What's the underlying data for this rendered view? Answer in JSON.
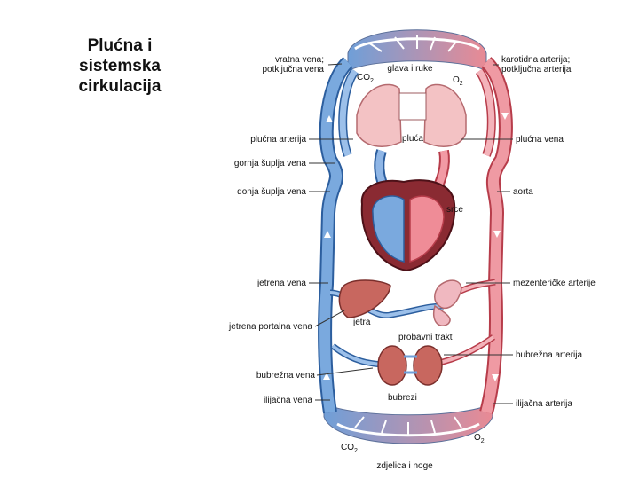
{
  "title": {
    "line1": "Plućna i",
    "line2": "sistemska",
    "line3": "cirkulacija"
  },
  "labels": {
    "left": {
      "neck_vein_1": "vratna vena;",
      "neck_vein_2": "potključna vena",
      "pulmonary_artery": "plućna arterija",
      "superior_vena_cava": "gornja šuplja vena",
      "inferior_vena_cava": "donja šuplja vena",
      "hepatic_vein": "jetrena vena",
      "hepatic_portal_vein": "jetrena portalna vena",
      "renal_vein": "bubrežna vena",
      "iliac_vein": "ilijačna vena"
    },
    "right": {
      "carotid_1": "karotidna arterija;",
      "carotid_2": "potključna arterija",
      "pulmonary_vein": "plućna vena",
      "aorta": "aorta",
      "mesenteric": "mezenteričke arterije",
      "renal_artery": "bubrežna arterija",
      "iliac_artery": "ilijačna arterija"
    },
    "inner": {
      "head_arms": "glava i ruke",
      "co2_top": "CO",
      "o2_top": "O",
      "lungs": "pluća",
      "heart": "srce",
      "liver": "jetra",
      "digestive": "probavni trakt",
      "kidneys": "bubrezi",
      "co2_bottom": "CO",
      "o2_bottom": "O",
      "pelvis_legs": "zdjelica i noge",
      "sub2": "2"
    }
  },
  "colors": {
    "vein": "#6f9fd8",
    "vein_dark": "#2c5e9e",
    "artery": "#e98a94",
    "artery_dark": "#b73c4a",
    "organ": "#c8675f",
    "lung": "#f3c2c4"
  }
}
